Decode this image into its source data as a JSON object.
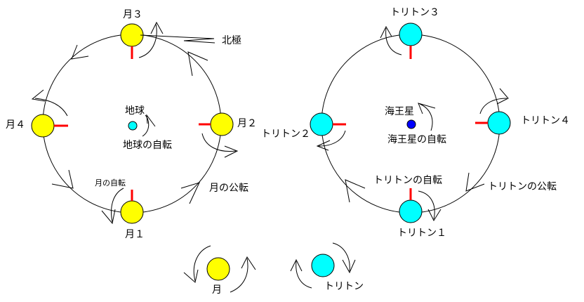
{
  "left_diagram": {
    "moon_labels": [
      "月１",
      "月２",
      "月３",
      "月４"
    ],
    "north_pole": "北極",
    "earth": "地球",
    "earth_rotation": "地球の自転",
    "moon_rotation": "月の自転",
    "moon_revolution": "月の公転"
  },
  "right_diagram": {
    "triton_labels": [
      "トリトン１",
      "トリトン２",
      "トリトン３",
      "トリトン４"
    ],
    "neptune": "海王星",
    "neptune_rotation": "海王星の自転",
    "triton_rotation": "トリトンの自転",
    "triton_revolution": "トリトンの公転"
  },
  "bottom": {
    "moon": "月",
    "triton": "トリトン"
  },
  "colors": {
    "moon": "#ffff00",
    "earth": "#00ffff",
    "triton": "#00ffff",
    "neptune": "#0000ff",
    "marker": "#ff0000",
    "line": "#000000"
  }
}
